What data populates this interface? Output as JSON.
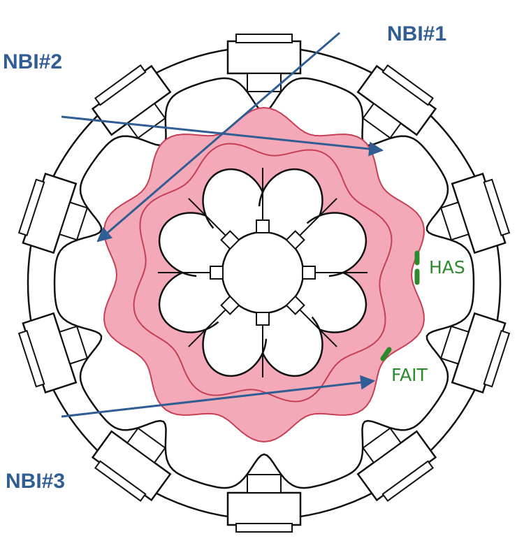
{
  "colors": {
    "beam": "#2f5d94",
    "diagnostic": "#2d8a2d",
    "plasma_fill": "#f3a9b7",
    "plasma_stroke": "#c73f55",
    "vessel_stroke": "#111111",
    "background": "#ffffff"
  },
  "labels": {
    "nbi1": "NBI#1",
    "nbi2": "NBI#2",
    "nbi3": "NBI#3",
    "has": "HAS",
    "fait": "FAIT"
  }
}
